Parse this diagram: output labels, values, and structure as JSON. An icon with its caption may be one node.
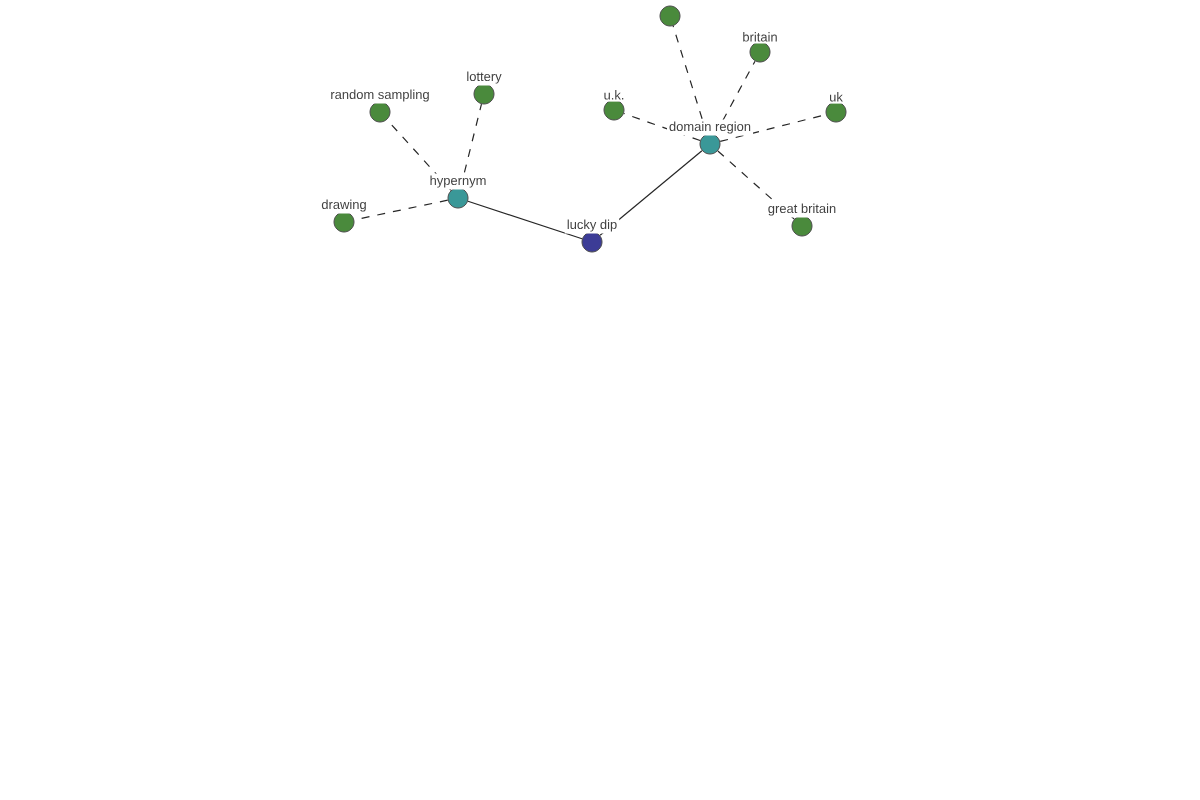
{
  "diagram": {
    "nodes": [
      {
        "text": [
          "lucky dip"
        ]
      },
      {
        "text": [
          "hypernym"
        ]
      },
      {
        "text": [
          "domain region"
        ]
      },
      {
        "text": [
          "random sampling"
        ]
      },
      {
        "text": [
          "lottery"
        ]
      },
      {
        "text": [
          "drawing"
        ]
      },
      {
        "text": [],
        "shape": "circle"
      },
      {
        "text": [
          "britain"
        ]
      },
      {
        "text": [
          "u.k."
        ]
      },
      {
        "text": [
          "uk"
        ]
      },
      {
        "text": [
          "great britain"
        ]
      }
    ],
    "edges": [
      {
        "from": 1,
        "to": 0,
        "arrow": "none"
      },
      {
        "from": 0,
        "to": 2,
        "arrow": "none"
      },
      {
        "from": 1,
        "to": 3,
        "arrow": "none",
        "style": "dashed"
      },
      {
        "from": 1,
        "to": 4,
        "arrow": "none",
        "style": "dashed"
      },
      {
        "from": 1,
        "to": 5,
        "arrow": "none",
        "style": "dashed"
      },
      {
        "from": 2,
        "to": 6,
        "arrow": "none",
        "style": "dashed"
      },
      {
        "from": 2,
        "to": 7,
        "arrow": "none",
        "style": "dashed"
      },
      {
        "from": 2,
        "to": 8,
        "arrow": "none",
        "style": "dashed"
      },
      {
        "from": 2,
        "to": 9,
        "arrow": "none",
        "style": "dashed"
      },
      {
        "from": 2,
        "to": 10,
        "arrow": "none",
        "style": "dashed"
      }
    ]
  }
}
